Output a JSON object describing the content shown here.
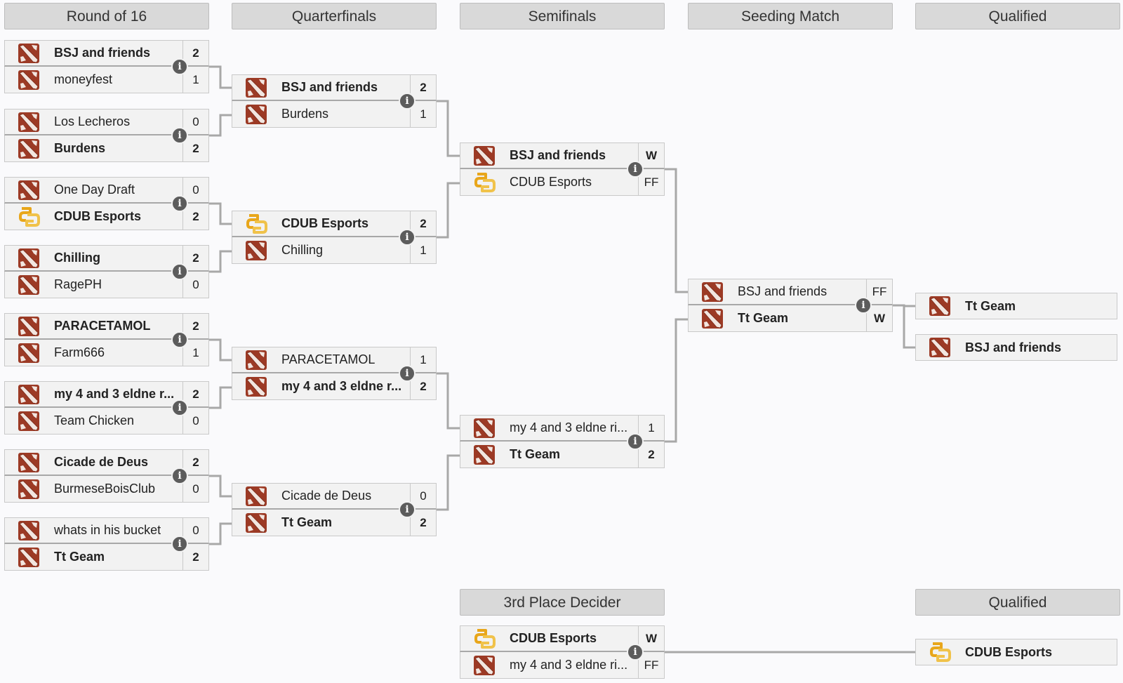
{
  "headers": {
    "r16": "Round of 16",
    "qf": "Quarterfinals",
    "sf": "Semifinals",
    "seed": "Seeding Match",
    "qualified": "Qualified",
    "third": "3rd Place Decider",
    "qualified2": "Qualified"
  },
  "info_icon": "info-icon",
  "logos": {
    "dota": "dota-logo-icon",
    "cdub": "cdub-logo-icon"
  },
  "colors": {
    "dota": "#9c3a25",
    "cdub": "#e8a61a",
    "header_bg": "#d9d9d9",
    "row_bg": "#f2f2f2",
    "line": "#a8a8a8"
  },
  "matches": {
    "r16_1": {
      "t1": {
        "name": "BSJ and friends",
        "score": "2",
        "logo": "dota",
        "win": true
      },
      "t2": {
        "name": "moneyfest",
        "score": "1",
        "logo": "dota",
        "win": false
      }
    },
    "r16_2": {
      "t1": {
        "name": "Los Lecheros",
        "score": "0",
        "logo": "dota",
        "win": false
      },
      "t2": {
        "name": "Burdens",
        "score": "2",
        "logo": "dota",
        "win": true
      }
    },
    "r16_3": {
      "t1": {
        "name": "One Day Draft",
        "score": "0",
        "logo": "dota",
        "win": false
      },
      "t2": {
        "name": "CDUB Esports",
        "score": "2",
        "logo": "cdub",
        "win": true
      }
    },
    "r16_4": {
      "t1": {
        "name": "Chilling",
        "score": "2",
        "logo": "dota",
        "win": true
      },
      "t2": {
        "name": "RagePH",
        "score": "0",
        "logo": "dota",
        "win": false
      }
    },
    "r16_5": {
      "t1": {
        "name": "PARACETAMOL",
        "score": "2",
        "logo": "dota",
        "win": true
      },
      "t2": {
        "name": "Farm666",
        "score": "1",
        "logo": "dota",
        "win": false
      }
    },
    "r16_6": {
      "t1": {
        "name": "my 4 and 3 eldne r...",
        "score": "2",
        "logo": "dota",
        "win": true
      },
      "t2": {
        "name": "Team Chicken",
        "score": "0",
        "logo": "dota",
        "win": false
      }
    },
    "r16_7": {
      "t1": {
        "name": "Cicade de Deus",
        "score": "2",
        "logo": "dota",
        "win": true
      },
      "t2": {
        "name": "BurmeseBoisClub",
        "score": "0",
        "logo": "dota",
        "win": false
      }
    },
    "r16_8": {
      "t1": {
        "name": "whats in his bucket",
        "score": "0",
        "logo": "dota",
        "win": false
      },
      "t2": {
        "name": "Tt Geam",
        "score": "2",
        "logo": "dota",
        "win": true
      }
    },
    "qf_1": {
      "t1": {
        "name": "BSJ and friends",
        "score": "2",
        "logo": "dota",
        "win": true
      },
      "t2": {
        "name": "Burdens",
        "score": "1",
        "logo": "dota",
        "win": false
      }
    },
    "qf_2": {
      "t1": {
        "name": "CDUB Esports",
        "score": "2",
        "logo": "cdub",
        "win": true
      },
      "t2": {
        "name": "Chilling",
        "score": "1",
        "logo": "dota",
        "win": false
      }
    },
    "qf_3": {
      "t1": {
        "name": "PARACETAMOL",
        "score": "1",
        "logo": "dota",
        "win": false
      },
      "t2": {
        "name": "my 4 and 3 eldne r...",
        "score": "2",
        "logo": "dota",
        "win": true
      }
    },
    "qf_4": {
      "t1": {
        "name": "Cicade de Deus",
        "score": "0",
        "logo": "dota",
        "win": false
      },
      "t2": {
        "name": "Tt Geam",
        "score": "2",
        "logo": "dota",
        "win": true
      }
    },
    "sf_1": {
      "t1": {
        "name": "BSJ and friends",
        "score": "W",
        "logo": "dota",
        "win": true
      },
      "t2": {
        "name": "CDUB Esports",
        "score": "FF",
        "logo": "cdub",
        "win": false
      }
    },
    "sf_2": {
      "t1": {
        "name": "my 4 and 3 eldne ri...",
        "score": "1",
        "logo": "dota",
        "win": false
      },
      "t2": {
        "name": "Tt Geam",
        "score": "2",
        "logo": "dota",
        "win": true
      }
    },
    "seed": {
      "t1": {
        "name": "BSJ and friends",
        "score": "FF",
        "logo": "dota",
        "win": false
      },
      "t2": {
        "name": "Tt Geam",
        "score": "W",
        "logo": "dota",
        "win": true
      }
    },
    "third": {
      "t1": {
        "name": "CDUB Esports",
        "score": "W",
        "logo": "cdub",
        "win": true
      },
      "t2": {
        "name": "my 4 and 3 eldne ri...",
        "score": "FF",
        "logo": "dota",
        "win": false
      }
    }
  },
  "qualified": [
    {
      "name": "Tt Geam",
      "logo": "dota"
    },
    {
      "name": "BSJ and friends",
      "logo": "dota"
    }
  ],
  "qualified_third": {
    "name": "CDUB Esports",
    "logo": "cdub"
  }
}
